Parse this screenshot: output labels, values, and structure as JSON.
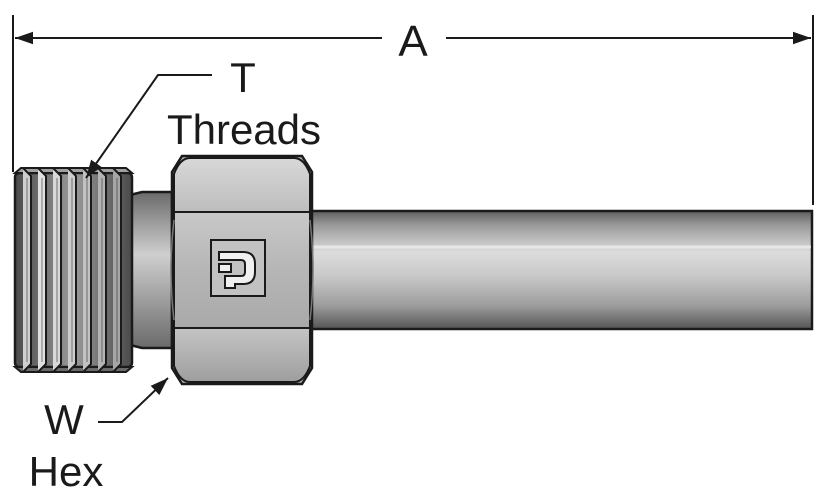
{
  "dimension": {
    "label": "A"
  },
  "callouts": {
    "thread": {
      "line1": "T",
      "line2": "Threads"
    },
    "hex": {
      "line1": "W",
      "line2": "Hex"
    }
  },
  "logo": {
    "kind": "parker-logo-icon"
  },
  "colors": {
    "ink": "#1a1a1a",
    "metal_light": "#e6e6e6",
    "metal_mid": "#b3b3b3",
    "metal_dark": "#5a5a5a"
  }
}
